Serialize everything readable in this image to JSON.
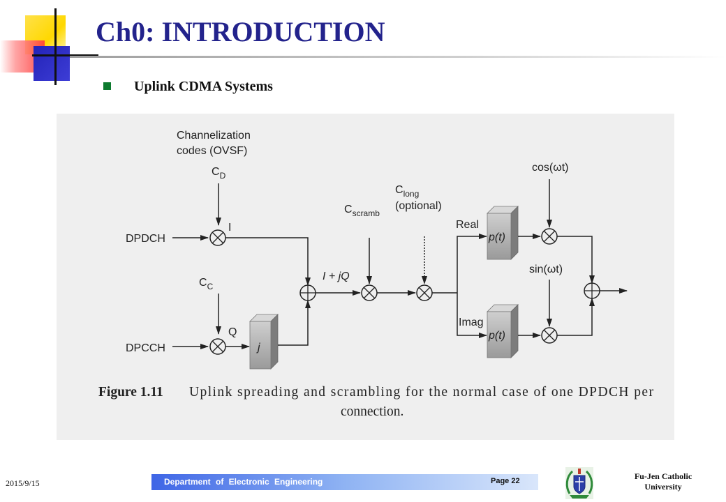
{
  "slide": {
    "title": "Ch0: INTRODUCTION",
    "bullet": "Uplink CDMA Systems"
  },
  "diagram": {
    "labels": {
      "channelization_1": "Channelization",
      "channelization_2": "codes (OVSF)",
      "cd_main": "C",
      "cd_sub": "D",
      "cc_main": "C",
      "cc_sub": "C",
      "dpdch": "DPDCH",
      "dpcch": "DPCCH",
      "i": "I",
      "q": "Q",
      "j": "j",
      "iq": "I + jQ",
      "cscramb_main": "C",
      "cscramb_sub": "scramb",
      "clong_main": "C",
      "clong_sub": "long",
      "optional": "(optional)",
      "real": "Real",
      "imag": "Imag",
      "pt_top": "p(t)",
      "pt_bottom": "p(t)",
      "cos": "cos(ωt)",
      "sin": "sin(ωt)"
    },
    "caption": {
      "figure": "Figure 1.11",
      "line1": "Uplink spreading and scrambling for the normal case of one DPDCH per",
      "line2": "connection."
    }
  },
  "footer": {
    "date": "2015/9/15",
    "department": "Department of Electronic Engineering",
    "page": "Page 22",
    "university_1": "Fu-Jen Catholic",
    "university_2": "University"
  }
}
